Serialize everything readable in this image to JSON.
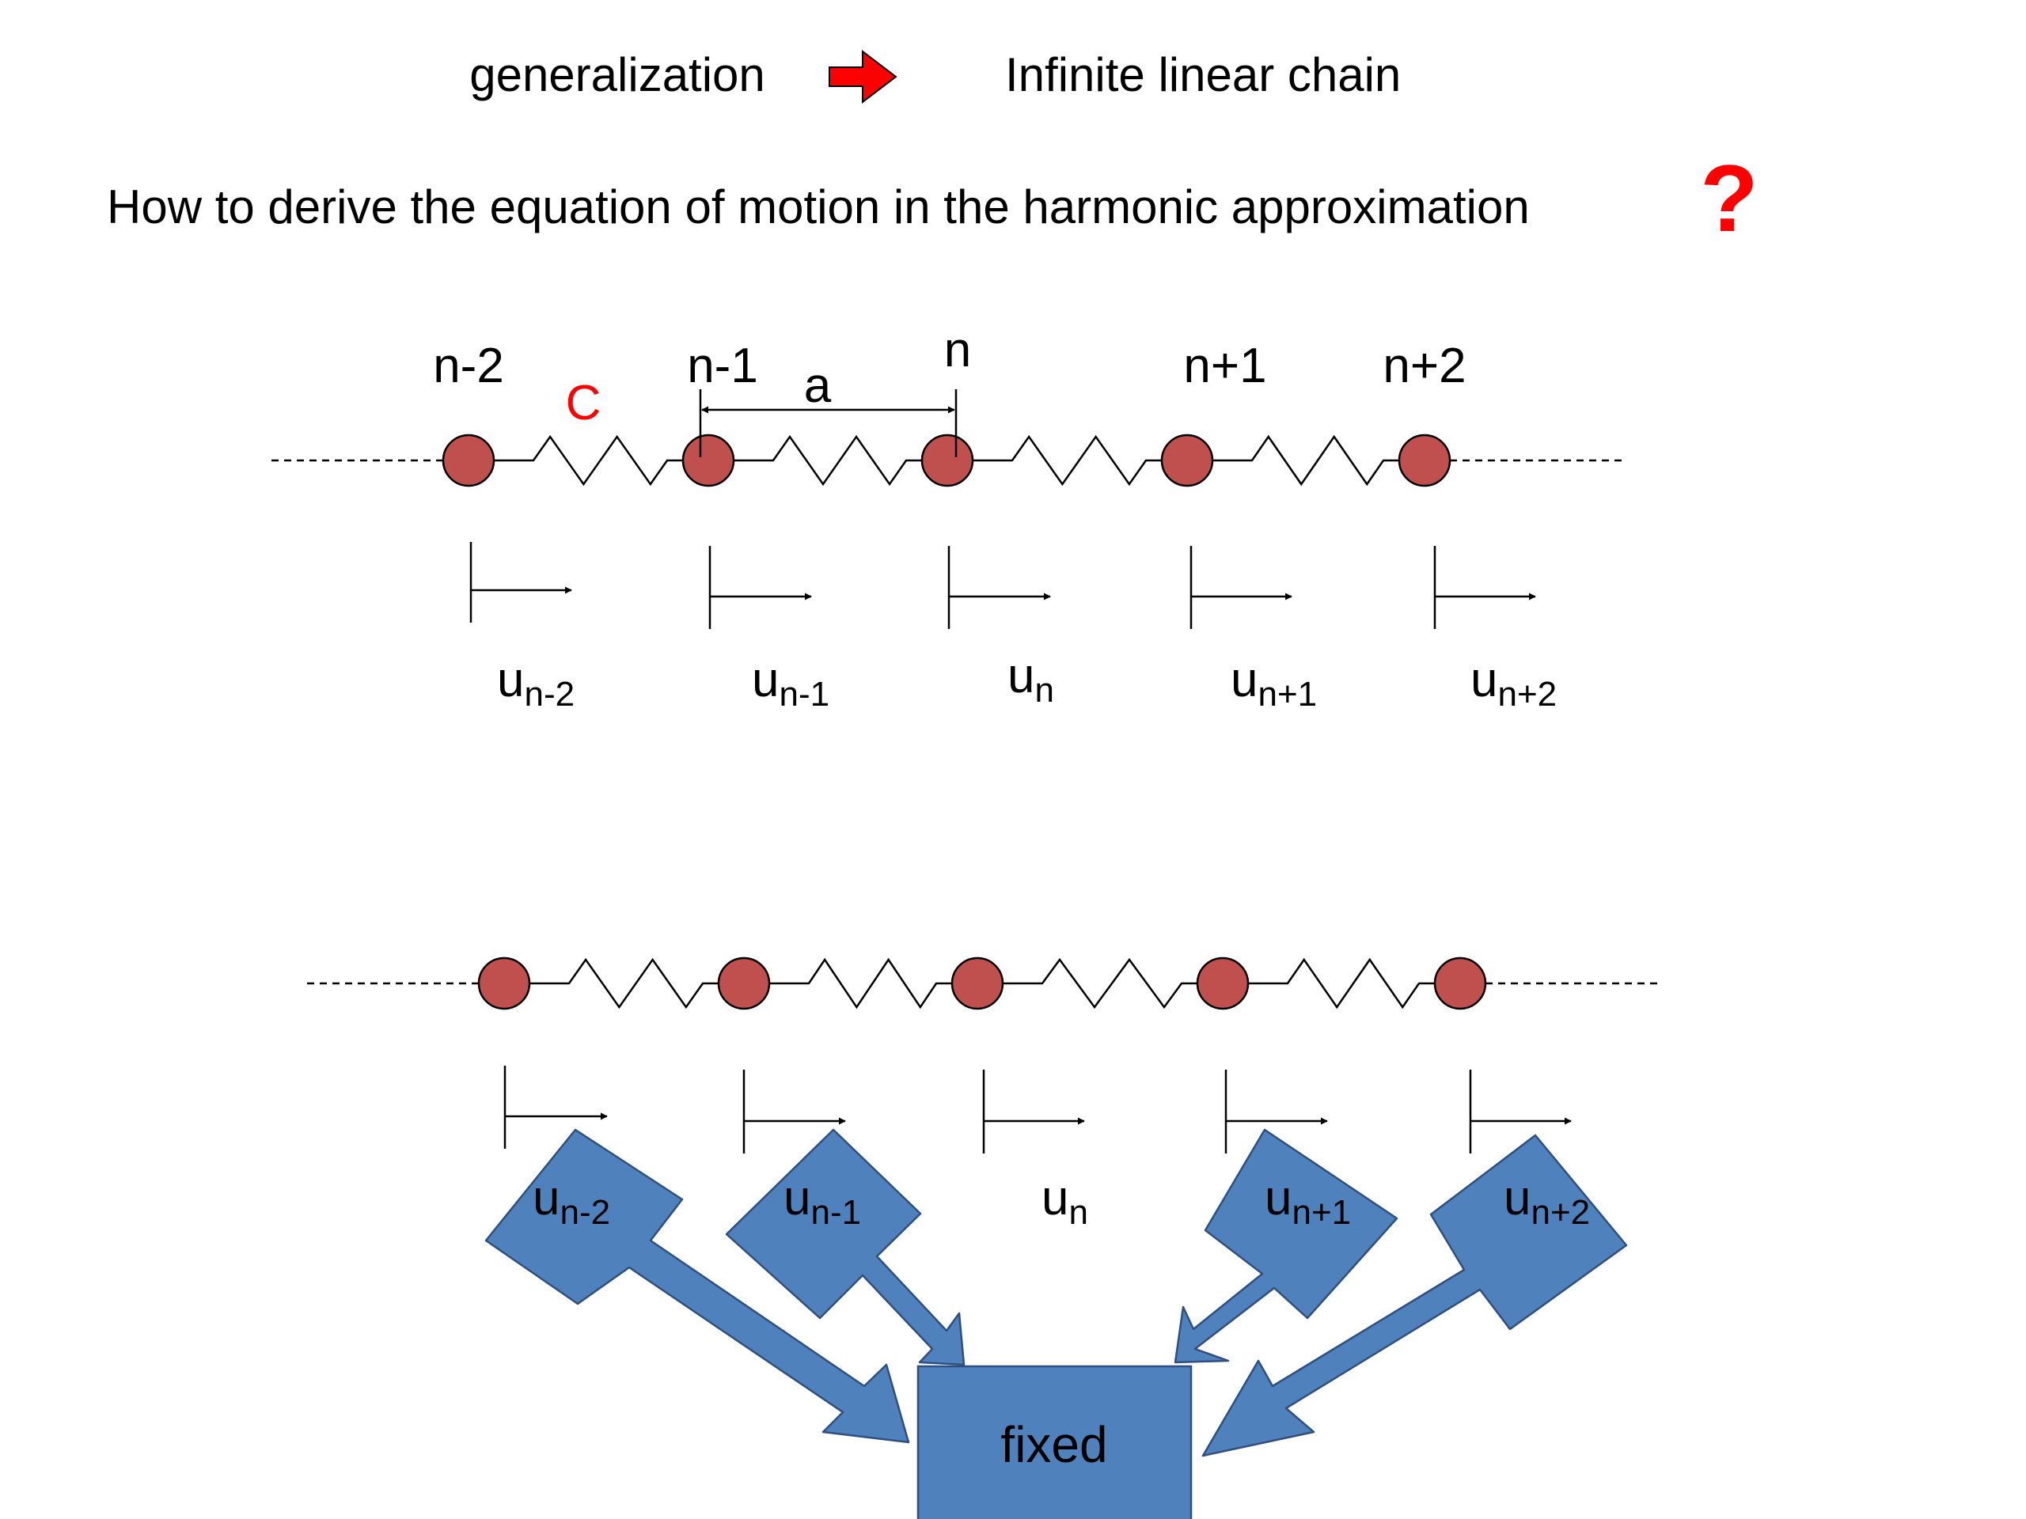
{
  "header": {
    "left": "generalization",
    "right": "Infinite linear chain"
  },
  "question": {
    "text": "How to derive the equation of motion in the harmonic approximation",
    "mark": "?"
  },
  "top_chain": {
    "site_labels": [
      "n-2",
      "n-1",
      "n",
      "n+1",
      "n+2"
    ],
    "spring_constant": "C",
    "lattice_spacing": "a",
    "displacements": [
      {
        "base": "u",
        "sub": "n-2"
      },
      {
        "base": "u",
        "sub": "n-1"
      },
      {
        "base": "u",
        "sub": "n"
      },
      {
        "base": "u",
        "sub": "n+1"
      },
      {
        "base": "u",
        "sub": "n+2"
      }
    ]
  },
  "bottom_chain": {
    "callouts": [
      {
        "base": "u",
        "sub": "n-2"
      },
      {
        "base": "u",
        "sub": "n-1"
      },
      {
        "base": "u",
        "sub": "n+1"
      },
      {
        "base": "u",
        "sub": "n+2"
      }
    ],
    "center_label": {
      "base": "u",
      "sub": "n"
    },
    "target": "fixed"
  },
  "colors": {
    "atom_fill": "#c0504d",
    "callout_fill": "#4f81bd",
    "accent_red": "#ff0000",
    "arrow_red": "#ff0000"
  }
}
